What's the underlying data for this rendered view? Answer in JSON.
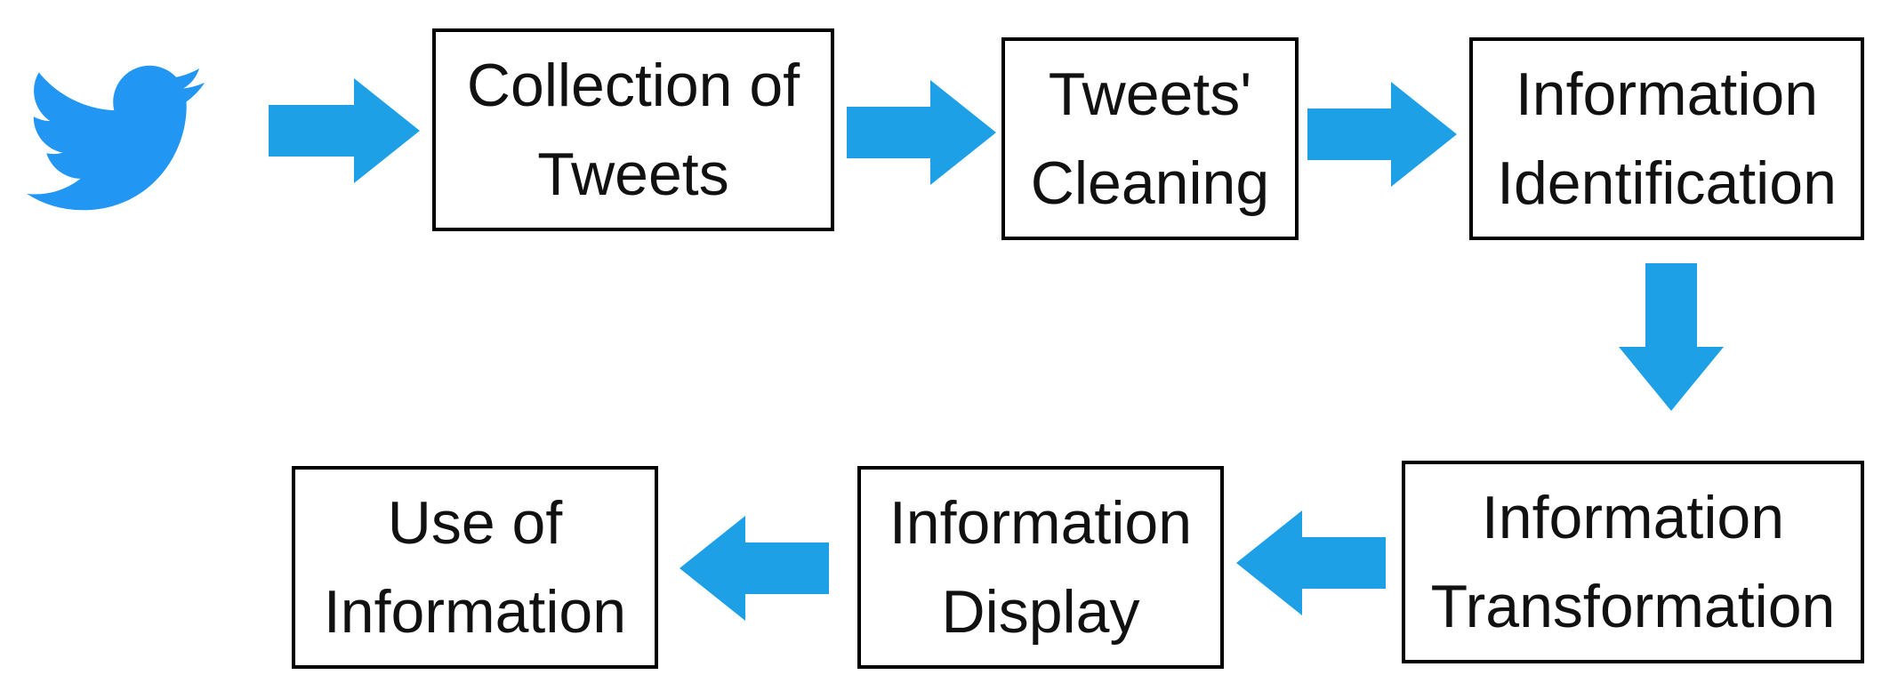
{
  "colors": {
    "arrow": "#1ea0e6",
    "logo": "#2196f3",
    "border": "#000000"
  },
  "logo": {
    "icon": "twitter-bird-icon"
  },
  "steps": [
    {
      "line1": "Collection of",
      "line2": "Tweets"
    },
    {
      "line1": "Tweets'",
      "line2": "Cleaning"
    },
    {
      "line1": "Information",
      "line2": "Identification"
    },
    {
      "line1": "Information",
      "line2": "Transformation"
    },
    {
      "line1": "Information",
      "line2": "Display"
    },
    {
      "line1": "Use of",
      "line2": "Information"
    }
  ]
}
